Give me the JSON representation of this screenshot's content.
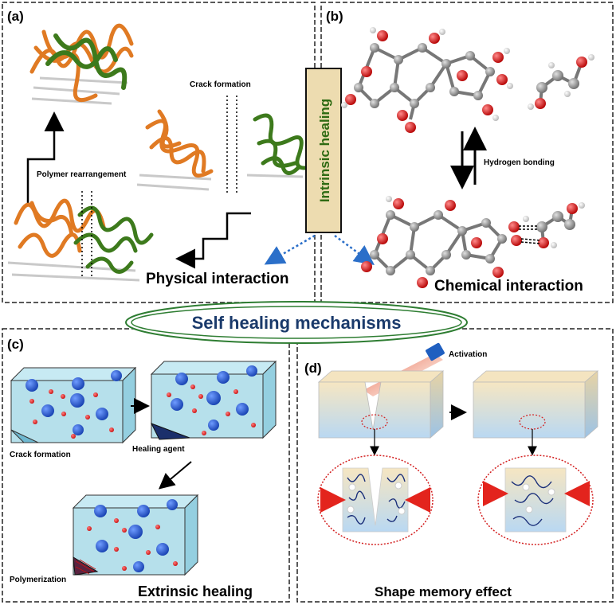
{
  "panels": {
    "a": {
      "tag": "(a)",
      "crack_label": "Crack formation",
      "rearrange_label": "Polymer rearrangement",
      "title": "Physical interaction"
    },
    "b": {
      "tag": "(b)",
      "bond_label": "Hydrogen bonding",
      "title": "Chemical interaction"
    },
    "c": {
      "tag": "(c)",
      "crack_label": "Crack formation",
      "agent_label": "Healing agent",
      "poly_label": "Polymerization",
      "title": "Extrinsic healing"
    },
    "d": {
      "tag": "(d)",
      "activation_label": "Activation",
      "title": "Shape memory effect"
    }
  },
  "center": {
    "intrinsic_label": "Intrinsic healing",
    "main_title": "Self healing mechanisms"
  },
  "colors": {
    "orange_chain": "#e07a23",
    "green_chain": "#3d7a1c",
    "title_navy": "#1a3a6b",
    "ellipse_green": "#2e7d32",
    "cube_fill": "#a9dbe8",
    "blue_sphere": "#1f4fc4",
    "red_sphere": "#e01d1d",
    "arrow_blue": "#2b6fc9",
    "box_tan": "#eddcb0",
    "red_arrow": "#e3241d"
  }
}
